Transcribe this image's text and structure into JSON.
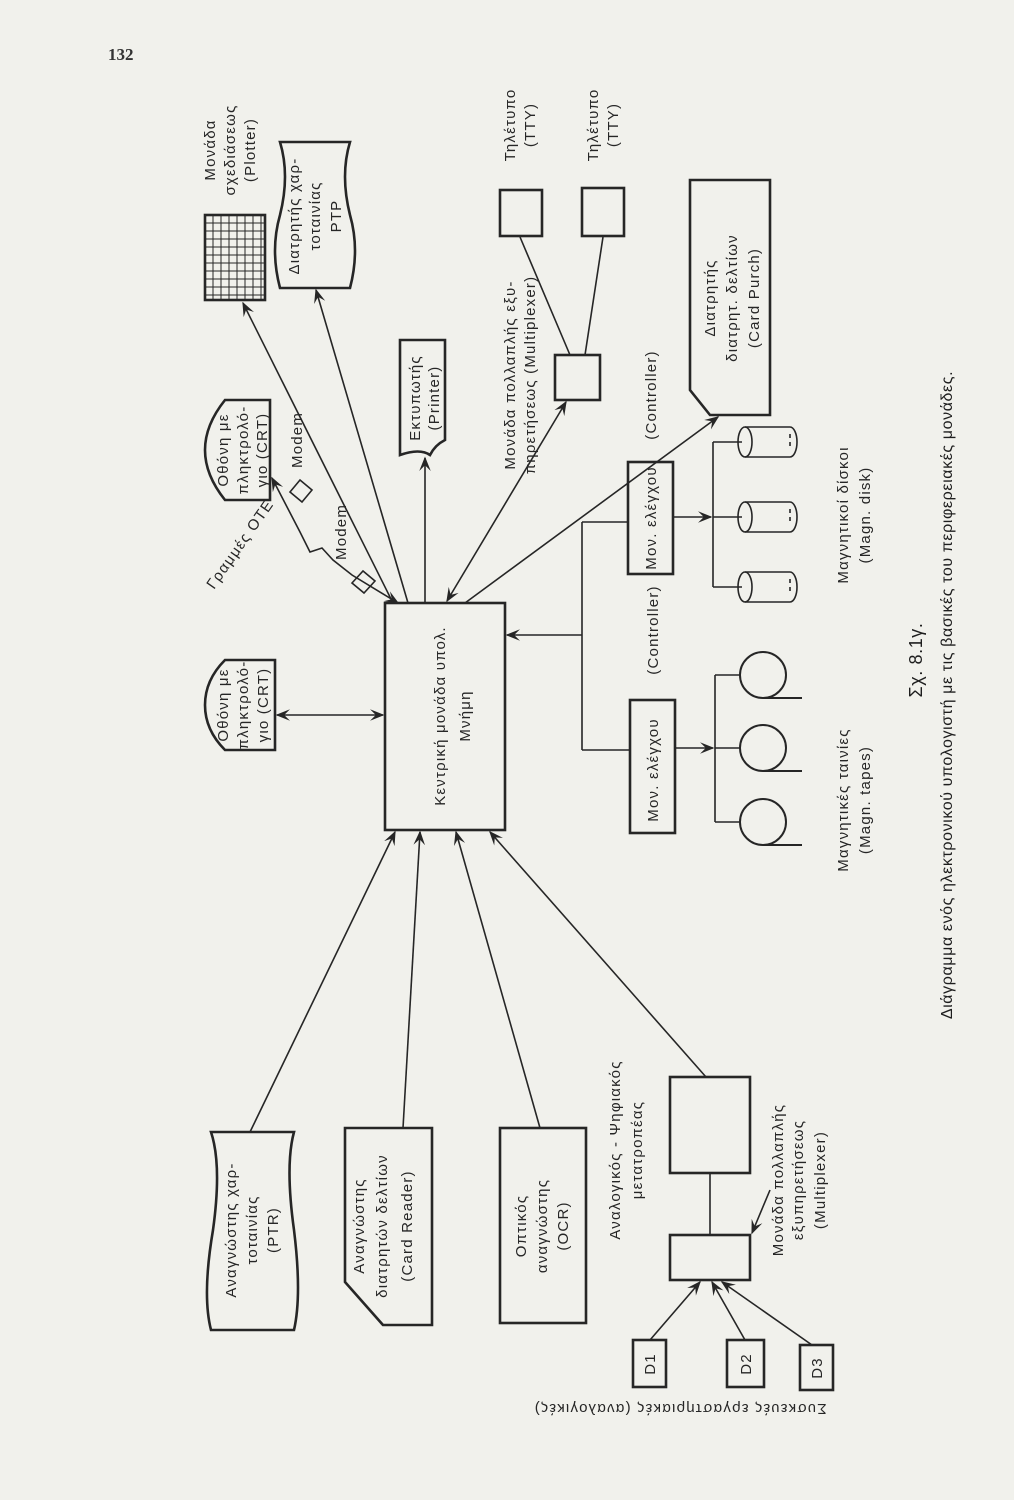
{
  "page_number": "132",
  "cpu": {
    "line1": "Κεντρική μονάδα υπολ.",
    "line2": "Μνήμη"
  },
  "crt_left": {
    "line1": "Οθόνη με",
    "line2": "πληκτρολό-",
    "line3": "γιο (CRT)"
  },
  "crt_top": {
    "line1": "Οθόνη με",
    "line2": "πληκτρολό-",
    "line3": "γιο (CRT)"
  },
  "modem_1": "Modem",
  "modem_2": "Modem",
  "phone_lines": "Γραμμές ΟΤΕ",
  "plotter": {
    "line1": "Μονάδα",
    "line2": "σχεδιάσεως",
    "line3": "(Plotter)"
  },
  "ptp": {
    "line1": "Διατρητής χαρ-",
    "line2": "τοταινίας",
    "line3": "PTP"
  },
  "printer": {
    "line1": "Εκτυπωτής",
    "line2": "(Printer)"
  },
  "multiplexer_top": {
    "line1": "Μονάδα πολλαπλής εξυ-",
    "line2": "πηρετήσεως (Multiplexer)"
  },
  "tty_1": {
    "line1": "Τηλέτυπο",
    "line2": "(TTY)"
  },
  "tty_2": {
    "line1": "Τηλέτυπο",
    "line2": "(TTY)"
  },
  "card_punch": {
    "line1": "Διατρητής",
    "line2": "διατρητ. δελτίων",
    "line3": "(Card Purch)"
  },
  "disk_controller": {
    "label": "Μον. ελέγχου",
    "sub": "(Controller)"
  },
  "tape_controller": {
    "label": "Μον. ελέγχου",
    "sub": "(Controller)"
  },
  "disks": {
    "line1": "Μαγνητικοί δίσκοι",
    "line2": "(Magn. disk)"
  },
  "tapes": {
    "line1": "Μαγνητικές ταινίες",
    "line2": "(Magn. tapes)"
  },
  "ptr": {
    "line1": "Αναγνώστης χαρ-",
    "line2": "τοταινίας",
    "line3": "(PTR)"
  },
  "card_reader": {
    "line1": "Αναγνώστης",
    "line2": "διατρητών δελτίων",
    "line3": "(Card Reader)"
  },
  "ocr": {
    "line1": "Οπτικός",
    "line2": "αναγνώστης",
    "line3": "(OCR)"
  },
  "adc": {
    "line1": "Αναλογικός - Ψηφιακός",
    "line2": "μετατροπέας"
  },
  "multiplexer_bottom": {
    "line1": "Μονάδα πολλαπλής",
    "line2": "εξυπηρετήσεως",
    "line3": "(Multiplexer)"
  },
  "devices": {
    "d1": "D1",
    "d2": "D2",
    "d3": "D3"
  },
  "lab_devices_caption": "Συσκευές εργαστηριακές (αναλογικές)",
  "figure": {
    "number": "Σχ. 8.1γ.",
    "caption": "Διάγραμμα ενός ηλεκτρονικού υπολογιστή με τις βασικές του περιφερειακές μονάδες."
  }
}
